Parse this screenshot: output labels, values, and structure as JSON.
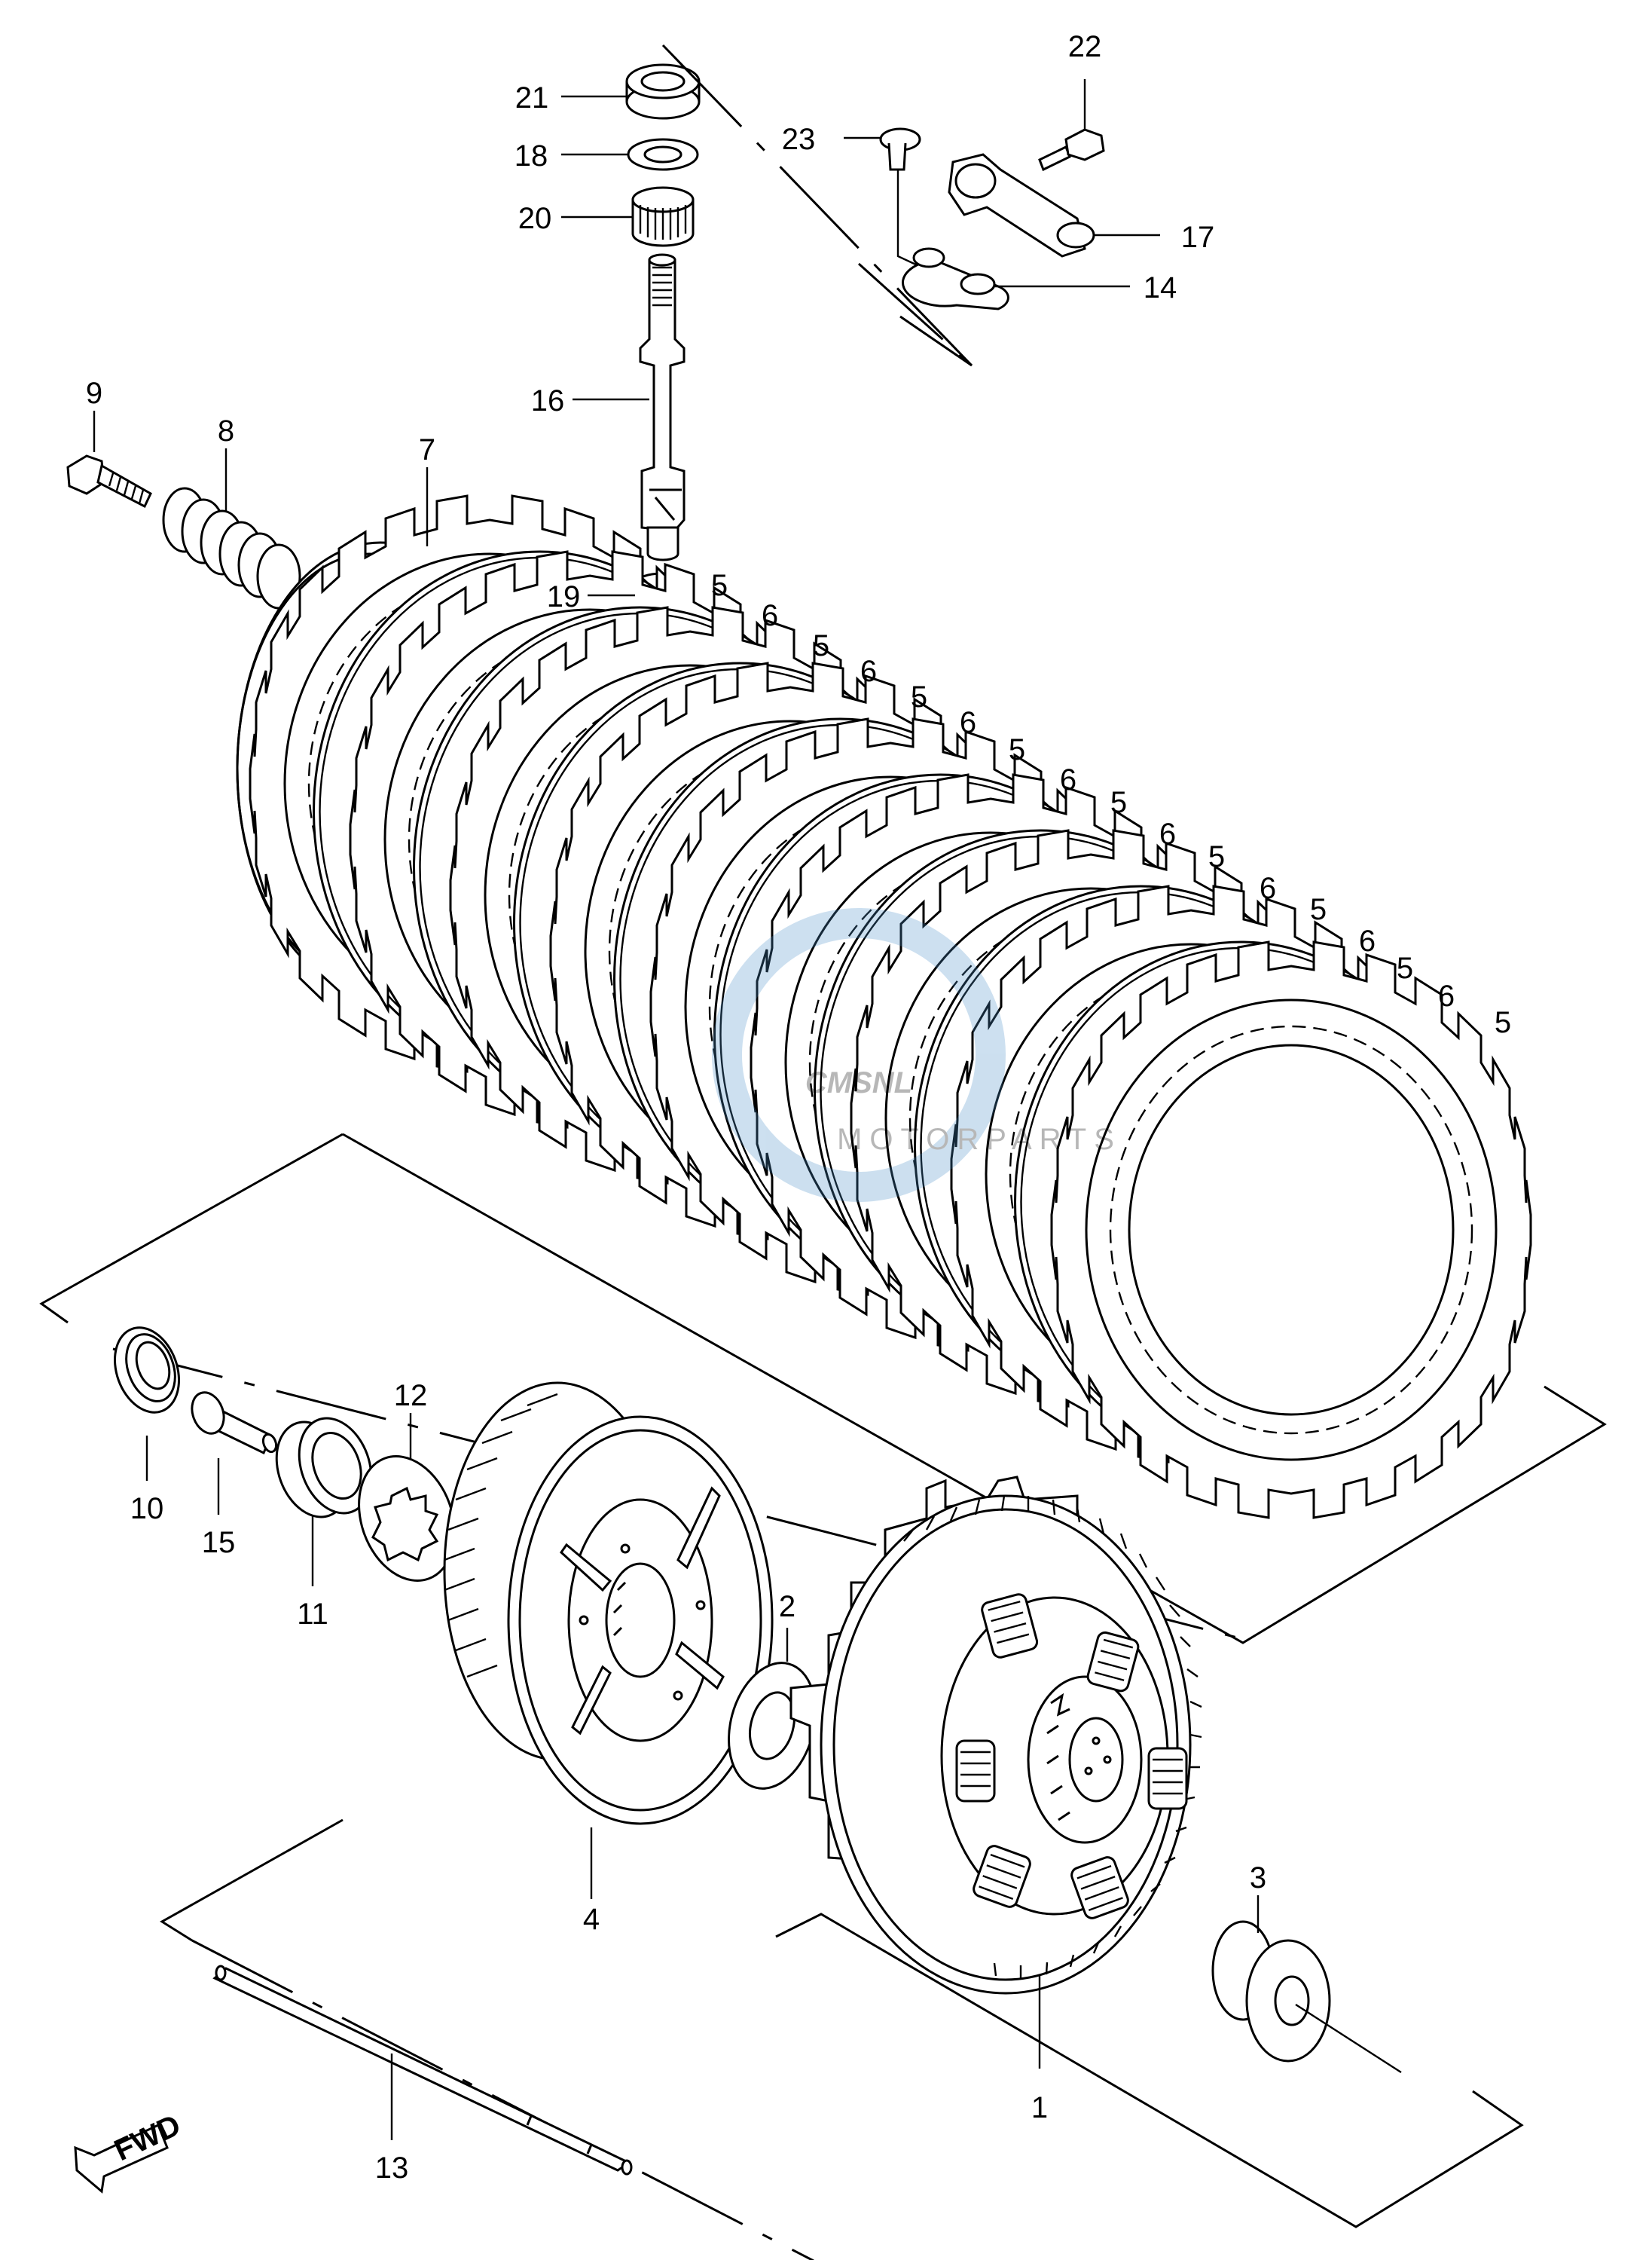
{
  "callouts": [
    {
      "id": "c1",
      "text": "1"
    },
    {
      "id": "c2",
      "text": "2"
    },
    {
      "id": "c3",
      "text": "3"
    },
    {
      "id": "c4",
      "text": "4"
    },
    {
      "id": "c5a",
      "text": "5"
    },
    {
      "id": "c5b",
      "text": "5"
    },
    {
      "id": "c5c",
      "text": "5"
    },
    {
      "id": "c5d",
      "text": "5"
    },
    {
      "id": "c5e",
      "text": "5"
    },
    {
      "id": "c5f",
      "text": "5"
    },
    {
      "id": "c5g",
      "text": "5"
    },
    {
      "id": "c5h",
      "text": "5"
    },
    {
      "id": "c5i",
      "text": "5"
    },
    {
      "id": "c6a",
      "text": "6"
    },
    {
      "id": "c6b",
      "text": "6"
    },
    {
      "id": "c6c",
      "text": "6"
    },
    {
      "id": "c6d",
      "text": "6"
    },
    {
      "id": "c6e",
      "text": "6"
    },
    {
      "id": "c6f",
      "text": "6"
    },
    {
      "id": "c6g",
      "text": "6"
    },
    {
      "id": "c6h",
      "text": "6"
    },
    {
      "id": "c7",
      "text": "7"
    },
    {
      "id": "c8",
      "text": "8"
    },
    {
      "id": "c9",
      "text": "9"
    },
    {
      "id": "c10",
      "text": "10"
    },
    {
      "id": "c11",
      "text": "11"
    },
    {
      "id": "c12",
      "text": "12"
    },
    {
      "id": "c13",
      "text": "13"
    },
    {
      "id": "c14",
      "text": "14"
    },
    {
      "id": "c15",
      "text": "15"
    },
    {
      "id": "c16",
      "text": "16"
    },
    {
      "id": "c17",
      "text": "17"
    },
    {
      "id": "c18",
      "text": "18"
    },
    {
      "id": "c19",
      "text": "19"
    },
    {
      "id": "c20",
      "text": "20"
    },
    {
      "id": "c21",
      "text": "21"
    },
    {
      "id": "c22",
      "text": "22"
    },
    {
      "id": "c23",
      "text": "23"
    }
  ],
  "fwd_label": "FWD",
  "watermark": {
    "brand": "CMSNL",
    "sub": "MOTORPARTS"
  },
  "colors": {
    "line": "#000000",
    "watermark": "#4a90c8"
  }
}
